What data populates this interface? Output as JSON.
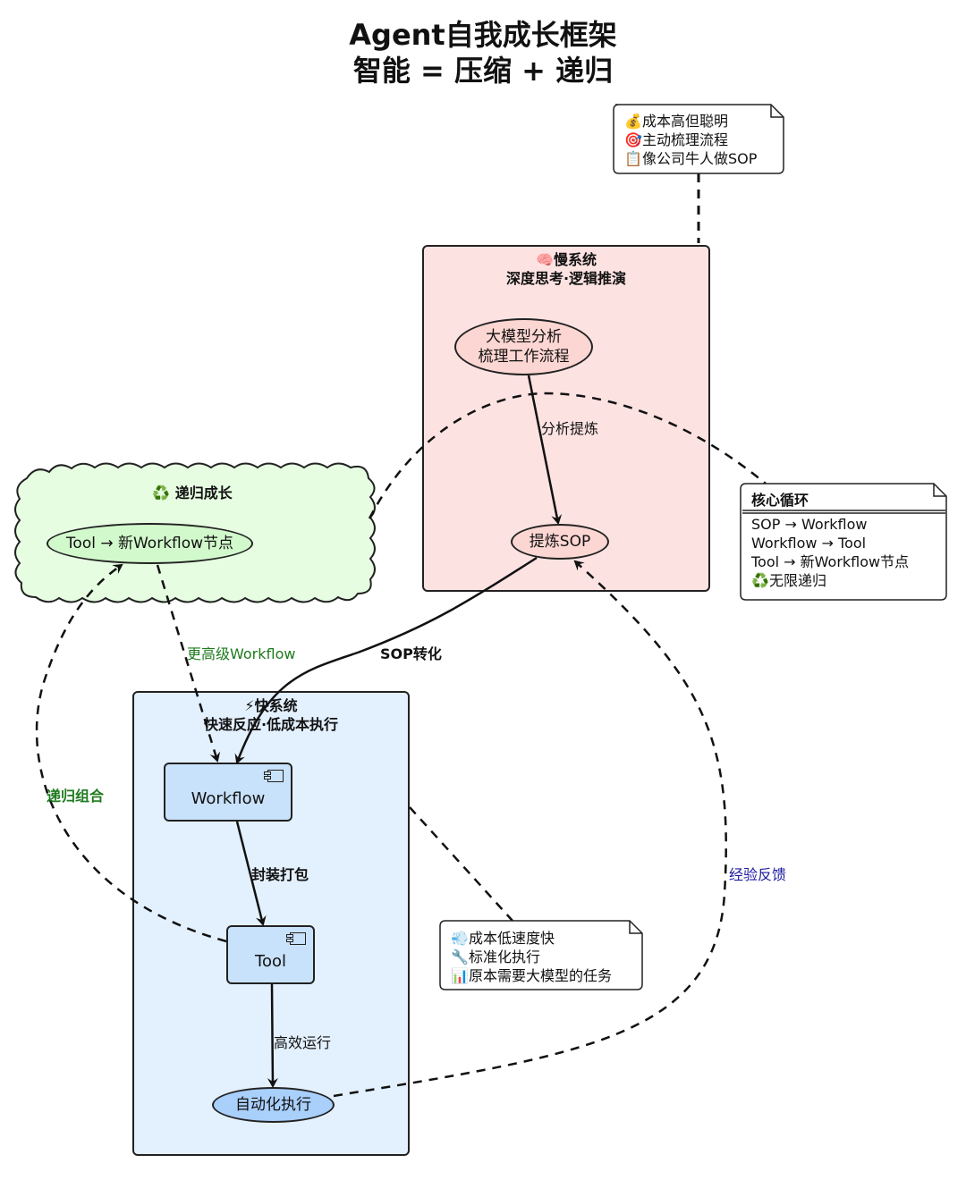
{
  "title": {
    "line1": "Agent自我成长框架",
    "line2": "智能 = 压缩 + 递归"
  },
  "regions": {
    "slow": {
      "icon": "brain-icon",
      "title": "慢系统",
      "subtitle": "深度思考·逻辑推演",
      "fill": "#fde2e2"
    },
    "fast": {
      "icon": "lightning-icon",
      "title": "快系统",
      "subtitle": "快速反应·低成本执行",
      "fill": "#e3f0fd"
    },
    "growth": {
      "icon": "recycle-icon",
      "title": "递归成长",
      "fill": "#e6fde2"
    }
  },
  "nodes": {
    "llm_analysis": {
      "line1": "大模型分析",
      "line2": "梳理工作流程"
    },
    "extract_sop": {
      "label": "提炼SOP"
    },
    "new_workflow_node": {
      "label": "Tool → 新Workflow节点"
    },
    "workflow": {
      "label": "Workflow"
    },
    "tool": {
      "label": "Tool"
    },
    "auto_exec": {
      "label": "自动化执行"
    }
  },
  "edges": {
    "analyze_extract": "分析提炼",
    "sop_convert": "SOP转化",
    "higher_workflow": "更高级Workflow",
    "recursive_combine": "递归组合",
    "package": "封装打包",
    "efficient_run": "高效运行",
    "experience_feedback": "经验反馈"
  },
  "notes": {
    "slow_note": [
      {
        "icon": "money-bag-icon",
        "text": "成本高但聪明"
      },
      {
        "icon": "target-icon",
        "text": "主动梳理流程"
      },
      {
        "icon": "clipboard-icon",
        "text": "像公司牛人做SOP"
      }
    ],
    "core_loop": {
      "header": "核心循环",
      "lines": [
        {
          "icon": "",
          "text": "SOP → Workflow"
        },
        {
          "icon": "",
          "text": "Workflow → Tool"
        },
        {
          "icon": "",
          "text": "Tool → 新Workflow节点"
        },
        {
          "icon": "recycle-icon",
          "text": "无限递归"
        }
      ]
    },
    "fast_note": [
      {
        "icon": "wind-icon",
        "text": "成本低速度快"
      },
      {
        "icon": "wrench-icon",
        "text": "标准化执行"
      },
      {
        "icon": "bar-chart-icon",
        "text": "原本需要大模型的任务"
      }
    ]
  },
  "colors": {
    "slow_node": "#fcd6d2",
    "growth_node": "#d2f9cc",
    "fast_node": "#c9e2fb",
    "auto_exec_node": "#a9cffb",
    "green_label": "#1d7a1d",
    "blue_label": "#1a1a9e"
  }
}
